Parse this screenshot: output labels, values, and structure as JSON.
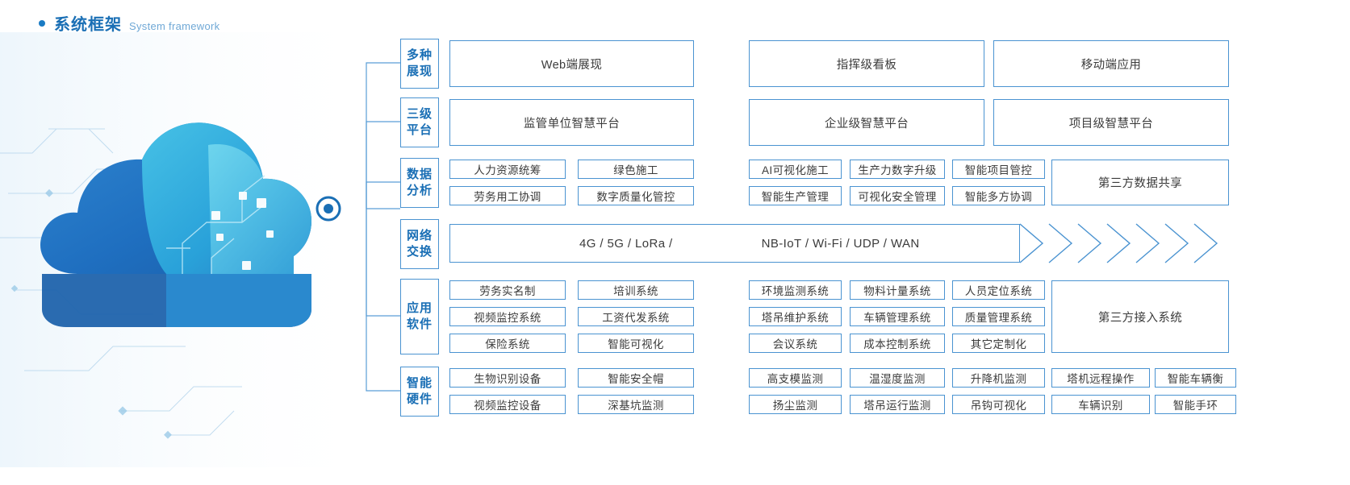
{
  "header": {
    "title_cn": "系统框架",
    "title_en": "System framework",
    "bullet_color": "#1a7bc4",
    "title_color": "#1a6fb5"
  },
  "theme": {
    "border_color": "#4a93d1",
    "text_color": "#3b3b3b",
    "category_color": "#1a6fb5",
    "background": "#ffffff"
  },
  "rows": [
    {
      "category": "多种展现",
      "category_lines": [
        "多种",
        "展现"
      ],
      "items_left": [
        "Web端展现"
      ],
      "items_right": [
        "指挥级看板",
        "移动端应用"
      ]
    },
    {
      "category": "三级平台",
      "category_lines": [
        "三级",
        "平台"
      ],
      "items_left": [
        "监管单位智慧平台"
      ],
      "items_right": [
        "企业级智慧平台",
        "项目级智慧平台"
      ]
    },
    {
      "category": "数据分析",
      "category_lines": [
        "数据",
        "分析"
      ],
      "group_left": [
        [
          "人力资源统筹",
          "绿色施工"
        ],
        [
          "劳务用工协调",
          "数字质量化管控"
        ]
      ],
      "group_right": [
        [
          "AI可视化施工",
          "生产力数字升级",
          "智能项目管控"
        ],
        [
          "智能生产管理",
          "可视化安全管理",
          "智能多方协调"
        ]
      ],
      "aside": "第三方数据共享"
    },
    {
      "category": "网络交换",
      "category_lines": [
        "网络",
        "交换"
      ],
      "network_segments": [
        "4G / 5G / LoRa /",
        "NB-IoT / Wi-Fi / UDP / WAN"
      ],
      "arrow_count": 7
    },
    {
      "category": "应用软件",
      "category_lines": [
        "应用",
        "软件"
      ],
      "group_left": [
        [
          "劳务实名制",
          "培训系统"
        ],
        [
          "视频监控系统",
          "工资代发系统"
        ],
        [
          "保险系统",
          "智能可视化"
        ]
      ],
      "group_right": [
        [
          "环境监测系统",
          "物料计量系统",
          "人员定位系统"
        ],
        [
          "塔吊维护系统",
          "车辆管理系统",
          "质量管理系统"
        ],
        [
          "会议系统",
          "成本控制系统",
          "其它定制化"
        ]
      ],
      "aside": "第三方接入系统"
    },
    {
      "category": "智能硬件",
      "category_lines": [
        "智能",
        "硬件"
      ],
      "group_left": [
        [
          "生物识别设备",
          "智能安全帽"
        ],
        [
          "视频监控设备",
          "深基坑监测"
        ]
      ],
      "group_right": [
        [
          "高支模监测",
          "温湿度监测",
          "升降机监测"
        ],
        [
          "扬尘监测",
          "塔吊运行监测",
          "吊钩可视化"
        ]
      ],
      "group_far": [
        [
          "塔机远程操作",
          "智能车辆衡"
        ],
        [
          "车辆识别",
          "智能手环"
        ]
      ]
    }
  ]
}
